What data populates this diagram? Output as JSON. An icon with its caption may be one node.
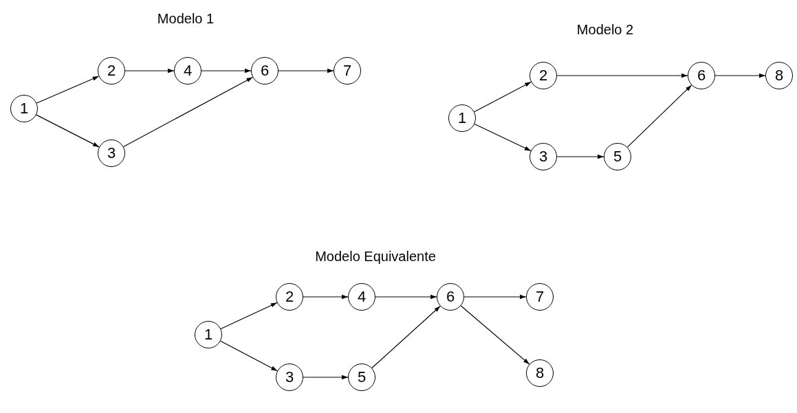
{
  "diagram": {
    "nodes": [
      {
        "text": [
          "1"
        ]
      },
      {
        "text": [
          "2"
        ]
      },
      {
        "text": [
          "4"
        ]
      },
      {
        "text": [
          "6"
        ]
      },
      {
        "text": [
          "7"
        ]
      },
      {
        "text": [
          "3"
        ]
      },
      {
        "text": [
          "1"
        ]
      },
      {
        "text": [
          "2"
        ]
      },
      {
        "text": [
          "6"
        ]
      },
      {
        "text": [
          "8"
        ]
      },
      {
        "text": [
          "3"
        ]
      },
      {
        "text": [
          "5"
        ]
      },
      {
        "text": [
          "1"
        ]
      },
      {
        "text": [
          "2"
        ]
      },
      {
        "text": [
          "4"
        ]
      },
      {
        "text": [
          "6"
        ]
      },
      {
        "text": [
          "7"
        ]
      },
      {
        "text": [
          "3"
        ]
      },
      {
        "text": [
          "5"
        ]
      },
      {
        "text": [
          "8"
        ]
      }
    ],
    "edges": [
      {
        "from": 0,
        "to": 1,
        "arrow": "to"
      },
      {
        "from": 0,
        "to": 5,
        "arrow": "to"
      },
      {
        "from": 1,
        "to": 2,
        "arrow": "to"
      },
      {
        "from": 2,
        "to": 3,
        "arrow": "to"
      },
      {
        "from": 3,
        "to": 4,
        "arrow": "to"
      },
      {
        "from": 5,
        "to": 3,
        "arrow": "to"
      },
      {
        "from": 6,
        "to": 7,
        "arrow": "to"
      },
      {
        "from": 6,
        "to": 10,
        "arrow": "to"
      },
      {
        "from": 7,
        "to": 8,
        "arrow": "to"
      },
      {
        "from": 8,
        "to": 9,
        "arrow": "to"
      },
      {
        "from": 10,
        "to": 11,
        "arrow": "to"
      },
      {
        "from": 11,
        "to": 8,
        "arrow": "to"
      },
      {
        "from": 12,
        "to": 13,
        "arrow": "to"
      },
      {
        "from": 12,
        "to": 17,
        "arrow": "to"
      },
      {
        "from": 13,
        "to": 14,
        "arrow": "to"
      },
      {
        "from": 14,
        "to": 15,
        "arrow": "to"
      },
      {
        "from": 15,
        "to": 16,
        "arrow": "to"
      },
      {
        "from": 15,
        "to": 19,
        "arrow": "to"
      },
      {
        "from": 17,
        "to": 18,
        "arrow": "to"
      },
      {
        "from": 18,
        "to": 15,
        "arrow": "to"
      }
    ],
    "labels": [
      "Modelo 1",
      "Modelo 2",
      "Modelo Equivalente"
    ]
  }
}
